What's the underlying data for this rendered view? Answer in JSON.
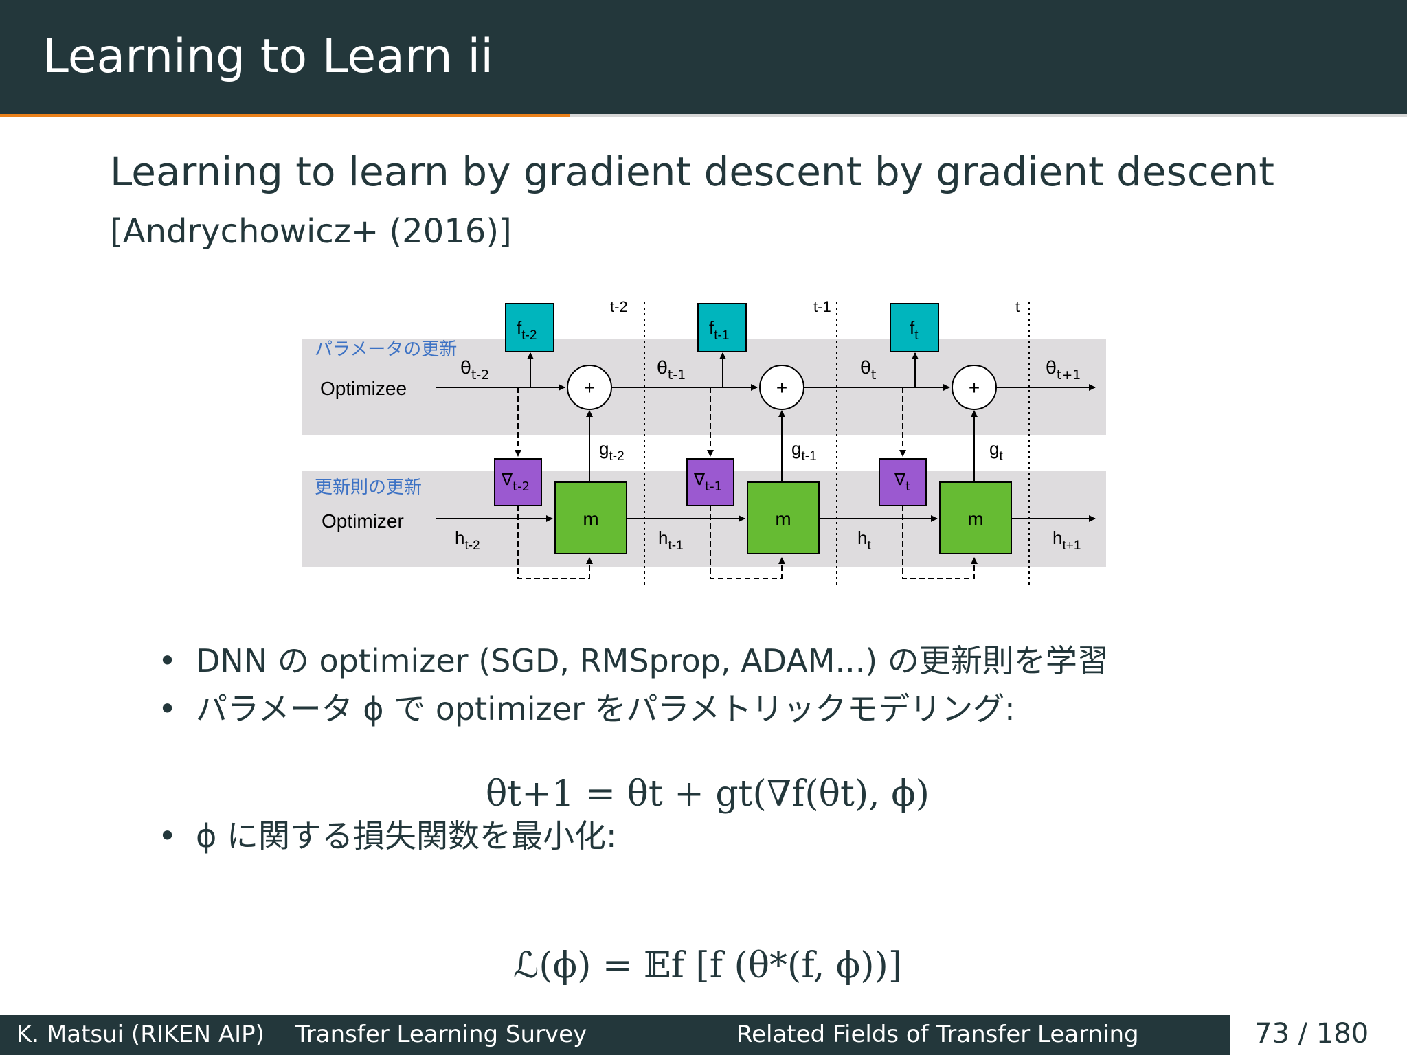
{
  "slide": {
    "title": "Learning to Learn ii",
    "progress": 0.405,
    "subtitle": "Learning to learn by gradient descent by gradient descent",
    "citation": "[Andrychowicz+ (2016)]"
  },
  "figure": {
    "band_top_label_jp": "パラメータの更新",
    "band_bottom_label_jp": "更新則の更新",
    "optimizee_label": "Optimizee",
    "optimizer_label": "Optimizer",
    "time_labels": [
      "t-2",
      "t-1",
      "t"
    ],
    "f_labels": [
      {
        "base": "f",
        "sub": "t-2"
      },
      {
        "base": "f",
        "sub": "t-1"
      },
      {
        "base": "f",
        "sub": "t"
      }
    ],
    "theta_labels": [
      {
        "base": "θ",
        "sub": "t-2"
      },
      {
        "base": "θ",
        "sub": "t-1"
      },
      {
        "base": "θ",
        "sub": "t"
      },
      {
        "base": "θ",
        "sub": "t+1"
      }
    ],
    "grad_labels": [
      {
        "base": "∇",
        "sub": "t-2"
      },
      {
        "base": "∇",
        "sub": "t-1"
      },
      {
        "base": "∇",
        "sub": "t"
      }
    ],
    "g_labels": [
      {
        "base": "g",
        "sub": "t-2"
      },
      {
        "base": "g",
        "sub": "t-1"
      },
      {
        "base": "g",
        "sub": "t"
      }
    ],
    "h_labels": [
      {
        "base": "h",
        "sub": "t-2"
      },
      {
        "base": "h",
        "sub": "t-1"
      },
      {
        "base": "h",
        "sub": "t"
      },
      {
        "base": "h",
        "sub": "t+1"
      }
    ],
    "m_label": "m",
    "plus_label": "+",
    "colors": {
      "f_box": "#00b5bd",
      "grad_box": "#9b59d0",
      "m_box": "#66bb33",
      "band": "#dedcde",
      "jp_label": "#3d72c4"
    }
  },
  "bullets": {
    "b1": "DNN の optimizer (SGD, RMSprop, ADAM...) の更新則を学習",
    "b2": "パラメータ ϕ で optimizer をパラメトリックモデリング:",
    "b3": "ϕ に関する損失関数を最小化:"
  },
  "equations": {
    "eq1": "θt+1 = θt + gt(∇f(θt), ϕ)",
    "eq2": "ℒ(ϕ) = 𝔼f [f (θ*(f, ϕ))]"
  },
  "footer": {
    "author": "K. Matsui (RIKEN AIP)",
    "talk": "Transfer Learning Survey",
    "section": "Related Fields of Transfer Learning",
    "page": "73 / 180"
  }
}
